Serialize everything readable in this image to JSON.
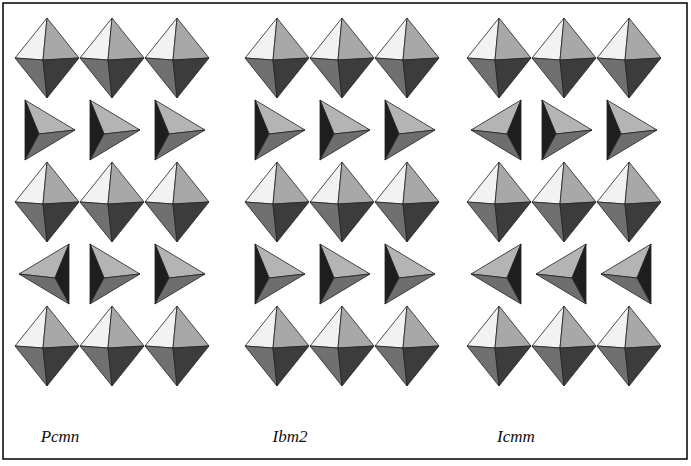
{
  "diagram": {
    "labels": [
      "Pcmn",
      "Ibm2",
      "Icmm"
    ]
  }
}
